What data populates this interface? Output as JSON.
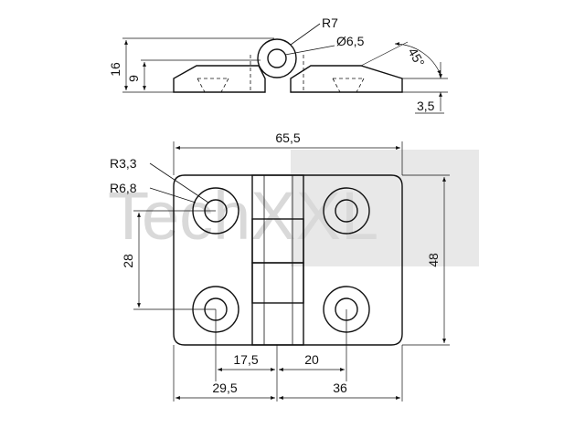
{
  "watermark": {
    "text": "TechXXL"
  },
  "side_view": {
    "radius_label": "R7",
    "pin_diameter_label": "Ø6,5",
    "angle_label": "45°",
    "total_height_label": "16",
    "leaf_height_label": "9",
    "thickness_label": "3,5"
  },
  "front_view": {
    "outer_radius_label": "R6,8",
    "hole_radius_label": "R3,3",
    "overall_width_label": "65,5",
    "hole_spacing_vertical_label": "28",
    "overall_height_label": "48",
    "left_hole_offset_label": "17,5",
    "right_hole_offset_label": "20",
    "left_leaf_width_label": "29,5",
    "right_leaf_width_label": "36"
  },
  "colors": {
    "line": "#111111",
    "watermark": "#d9d9d9"
  }
}
